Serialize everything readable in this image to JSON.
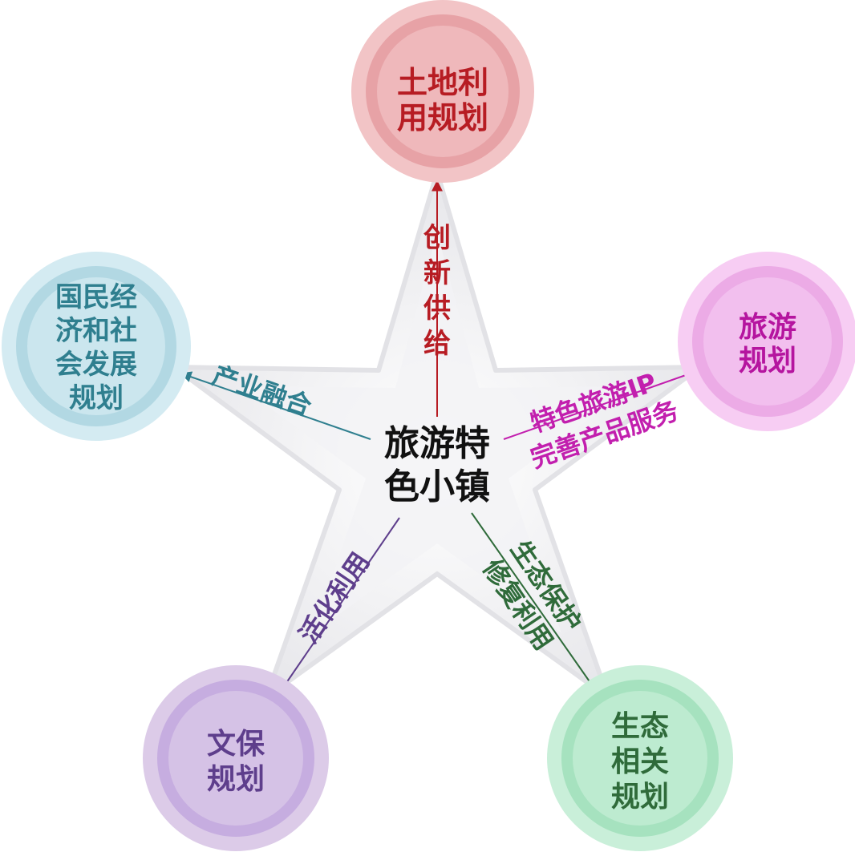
{
  "center": {
    "lines": [
      "旅游特",
      "色小镇"
    ]
  },
  "nodes": {
    "top": {
      "lines": [
        "土地利",
        "用规划"
      ],
      "colors": {
        "outer": "#f2c4c6",
        "ring": "#e7a2a6",
        "inner": "#efb8bb",
        "text": "#b71c23"
      }
    },
    "right": {
      "lines": [
        "旅游",
        "规划"
      ],
      "colors": {
        "outer": "#f7cdf3",
        "ring": "#ecabe6",
        "inner": "#f2bfee",
        "text": "#b5159f"
      }
    },
    "left": {
      "lines": [
        "国民经",
        "济和社",
        "会发展",
        "规划"
      ],
      "colors": {
        "outer": "#d4ebf2",
        "ring": "#b2d8e3",
        "inner": "#cbe6ee",
        "text": "#2f7f8f"
      }
    },
    "bottom_left": {
      "lines": [
        "文保",
        "规划"
      ],
      "colors": {
        "outer": "#dccbe8",
        "ring": "#c6ade0",
        "inner": "#d5c2e6",
        "text": "#5e3e8c"
      }
    },
    "bottom_right": {
      "lines": [
        "生态",
        "相关",
        "规划"
      ],
      "colors": {
        "outer": "#c9efd9",
        "ring": "#a6e2bf",
        "inner": "#bdebd0",
        "text": "#2f6b3a"
      }
    }
  },
  "arrows": {
    "top": {
      "lines": [
        "创",
        "新",
        "供",
        "给"
      ],
      "color": "#b71c23"
    },
    "right": {
      "lines": [
        "特色旅游IP",
        "完善产品服务"
      ],
      "color": "#c21fae"
    },
    "left": {
      "lines": [
        "产业融合"
      ],
      "color": "#2f7f8f"
    },
    "bottom_left": {
      "lines": [
        "活化利用"
      ],
      "color": "#5e3e8c"
    },
    "bottom_right": {
      "lines": [
        "生态保护",
        "修复利用"
      ],
      "color": "#2f6b3a"
    }
  },
  "star_color": "#ececee"
}
